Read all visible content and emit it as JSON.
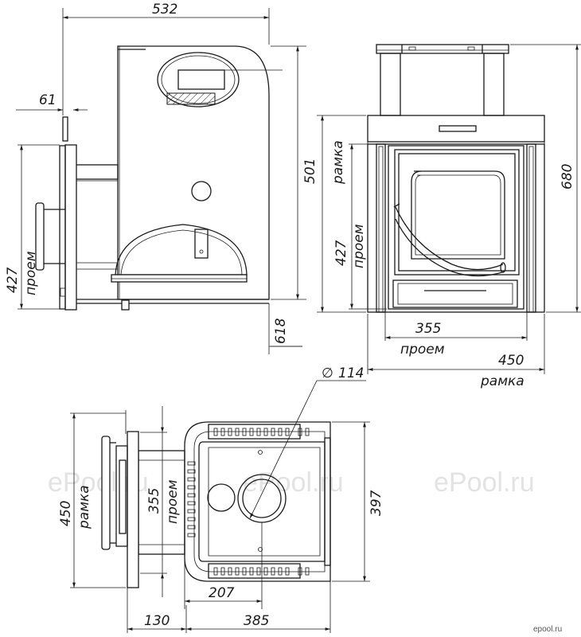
{
  "dims": {
    "width_top": "532",
    "depth_61": "61",
    "height_501": "501",
    "depth_618": "618",
    "opening_427_side": "427",
    "opening_word_side": "проем",
    "frame_word_front": "рамка",
    "height_427_front": "427",
    "opening_word_front": "проем",
    "height_680": "680",
    "width_355": "355",
    "opening_word_bottom": "проем",
    "width_450": "450",
    "frame_word_bottom": "рамка",
    "diameter_symbol": "∅",
    "diameter_value": "114",
    "plan_450": "450",
    "plan_frame_word": "рамка",
    "plan_355": "355",
    "plan_opening_word": "проем",
    "plan_397": "397",
    "plan_207": "207",
    "plan_130": "130",
    "plan_385": "385"
  },
  "watermarks": [
    "ePool.ru",
    "ePool.ru",
    "ePool.ru"
  ],
  "logo": "epool.ru",
  "colors": {
    "line": "#1a1a1a",
    "watermark": "#e3e3e3"
  }
}
